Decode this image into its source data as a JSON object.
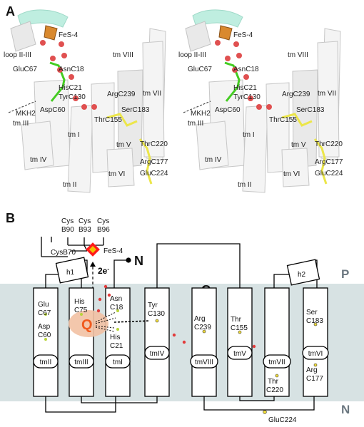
{
  "panel_a": {
    "letter": "A",
    "labels": {
      "fes4": "FeS-4",
      "loop": "loop II-III",
      "tm8": "tm VIII",
      "glu": "GluC67",
      "asn": "AsnC18",
      "his": "HisC21",
      "tyr": "TyrC130",
      "arg239": "ArgC239",
      "tm7": "tm VII",
      "mkh2": "MKH2",
      "asp": "AspC60",
      "ser": "SerC183",
      "thr155": "ThrC155",
      "tm3": "tm III",
      "tm1": "tm I",
      "tm5": "tm V",
      "thr220": "ThrC220",
      "tm4": "tm IV",
      "arg177": "ArgC177",
      "tm6": "tm VI",
      "glu224": "GluC224",
      "tm2": "tm II"
    }
  },
  "panel_b": {
    "letter": "B",
    "cys": {
      "c90a": "Cys",
      "c90b": "B90",
      "c93a": "Cys",
      "c93b": "B93",
      "c96a": "Cys",
      "c96b": "B96",
      "c70": "CysB70"
    },
    "fes": "FeS-4",
    "electron": "2e",
    "electron_sup": "-",
    "n_term": "N",
    "c_term": "C",
    "side_p": "P",
    "side_n": "N",
    "h1": "h1",
    "h2": "h2",
    "quinone": "Q",
    "glu224": "GluC224",
    "helices": {
      "tmII": {
        "label": "tmII",
        "r1a": "Glu",
        "r1b": "C67",
        "r2a": "Asp",
        "r2b": "C60"
      },
      "tmIII": {
        "label": "tmIII",
        "r1a": "His",
        "r1b": "C75"
      },
      "tmI": {
        "label": "tmI",
        "r1a": "Asn",
        "r1b": "C18",
        "r2a": "His",
        "r2b": "C21"
      },
      "tmIV": {
        "label": "tmIV",
        "r1a": "Tyr",
        "r1b": "C130"
      },
      "tmVIII": {
        "label": "tmVIII",
        "r1a": "Arg",
        "r1b": "C239"
      },
      "tmV": {
        "label": "tmV",
        "r1a": "Thr",
        "r1b": "C155"
      },
      "tmVII": {
        "label": "tmVII",
        "r1a": "Thr",
        "r1b": "C220"
      },
      "tmVI": {
        "label": "tmVI",
        "r1a": "Ser",
        "r1b": "C183",
        "r2a": "Arg",
        "r2b": "C177"
      }
    }
  },
  "colors": {
    "membrane": "#d7e2e3",
    "quinone_halo": "#f2c1a3",
    "quinone_text": "#f05a1e",
    "fes_outer": "#ff1a1a",
    "fes_inner": "#f2c100",
    "residue_dot": "#b8d43a",
    "residue_dot_yellow": "#f2dd3a",
    "water": "#e23b3b",
    "stick_green": "#44cc22",
    "stick_yellow": "#ece64a",
    "cyan_helix": "#bfeee0"
  }
}
